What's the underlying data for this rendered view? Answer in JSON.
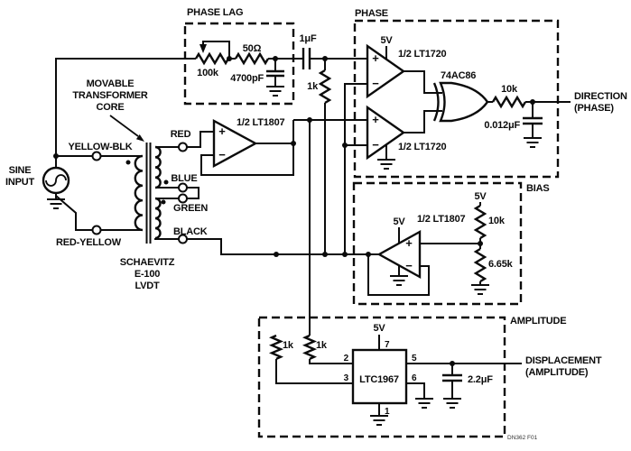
{
  "figure": {
    "code": "DN362 F01"
  },
  "symbols": {
    "plus": "+",
    "minus": "−"
  },
  "source": {
    "l1": "SINE",
    "l2": "INPUT"
  },
  "lvdt": {
    "note1": "MOVABLE",
    "note2": "TRANSFORMER",
    "note3": "CORE",
    "maker1": "SCHAEVITZ",
    "maker2": "E-100",
    "maker3": "LVDT",
    "pri_top": "YELLOW-BLK",
    "pri_bot": "RED-YELLOW",
    "sec_red": "RED",
    "sec_blue": "BLUE",
    "sec_green": "GREEN",
    "sec_black": "BLACK"
  },
  "phase_lag": {
    "title": "PHASE LAG",
    "pot": "100k",
    "res": "50Ω",
    "cap": "4700pF"
  },
  "coupling": {
    "cap": "1μF",
    "res": "1k"
  },
  "buffer": {
    "part": "1/2 LT1807"
  },
  "phase": {
    "title": "PHASE",
    "supply": "5V",
    "comp_top": "1/2 LT1720",
    "comp_bot": "1/2 LT1720",
    "xor": "74AC86",
    "res": "10k",
    "cap": "0.012μF",
    "out1": "DIRECTION",
    "out2": "(PHASE)"
  },
  "bias": {
    "title": "BIAS",
    "supply_amp": "5V",
    "part": "1/2 LT1807",
    "supply_div": "5V",
    "res_top": "10k",
    "res_bot": "6.65k"
  },
  "amplitude": {
    "title": "AMPLITUDE",
    "res_left": "1k",
    "res_right": "1k",
    "chip": "LTC1967",
    "supply": "5V",
    "pin1": "1",
    "pin2": "2",
    "pin3": "3",
    "pin5": "5",
    "pin6": "6",
    "pin7": "7",
    "cap": "2.2μF",
    "out1": "DISPLACEMENT",
    "out2": "(AMPLITUDE)"
  }
}
